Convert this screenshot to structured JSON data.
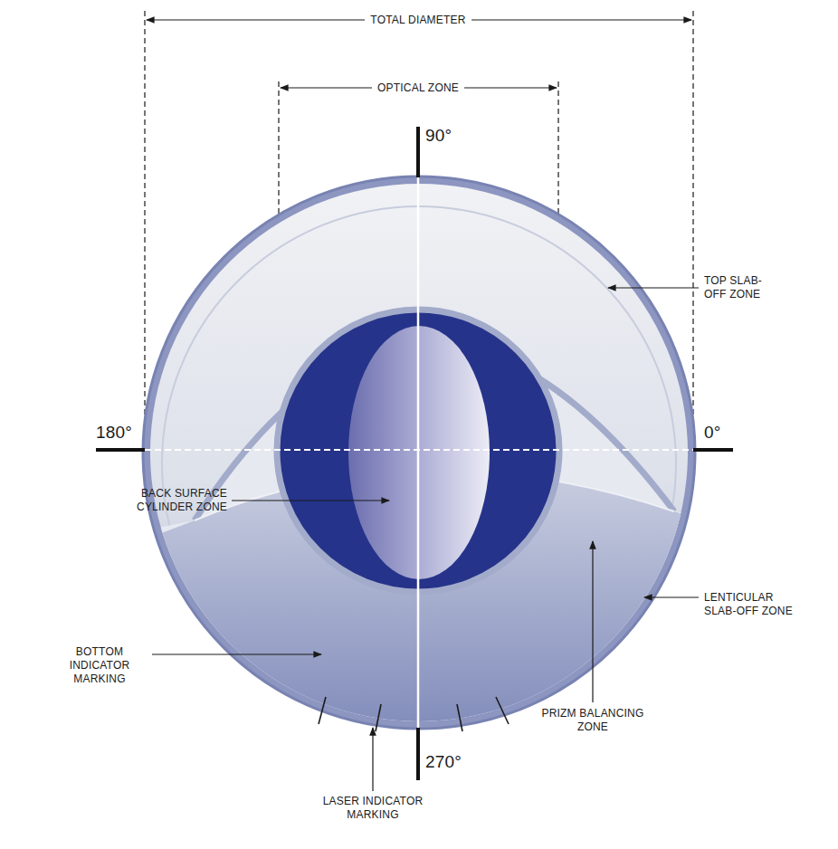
{
  "diagram": {
    "labels": [
      "TOTAL DIAMETER",
      "OPTICAL ZONE",
      "90°",
      "180°",
      "0°",
      "270°",
      "TOP SLAB-OFF ZONE",
      "BACK SURFACE CYLINDER ZONE",
      "PRIZM BALANCING ZONE",
      "LENTICULAR SLAB-OFF ZONE",
      "BOTTOM INDICATOR MARKING",
      "LASER INDICATOR MARKING"
    ]
  }
}
